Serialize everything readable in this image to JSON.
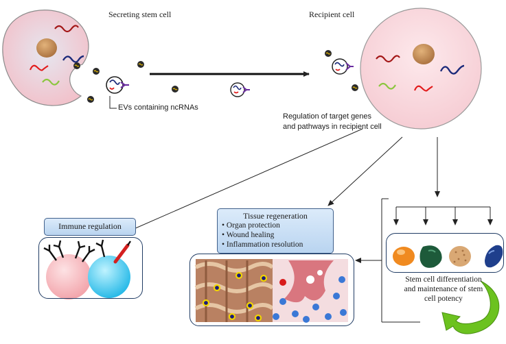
{
  "labels": {
    "secreting_cell": "Secreting  stem cell",
    "recipient_cell": "Recipient  cell",
    "evs": "EVs containing ncRNAs",
    "regulation_line1": "Regulation of target genes",
    "regulation_line2": "and pathways in recipient cell"
  },
  "immune": {
    "title": "Immune  regulation"
  },
  "tissue": {
    "title": "Tissue regeneration",
    "items": [
      "• Organ protection",
      "• Wound healing",
      "• Inflammation  resolution"
    ]
  },
  "stemcell": {
    "line1": "Stem cell differentiation",
    "line2": "and maintenance  of stem",
    "line3": "cell potency"
  },
  "colors": {
    "secreting_cell_fill": "#f2c7cf",
    "recipient_cell_fill": "#fbe0e4",
    "nucleus": "#c8915a",
    "box_border": "#3f5f8a",
    "curved_arrow": "#6cc21f"
  }
}
